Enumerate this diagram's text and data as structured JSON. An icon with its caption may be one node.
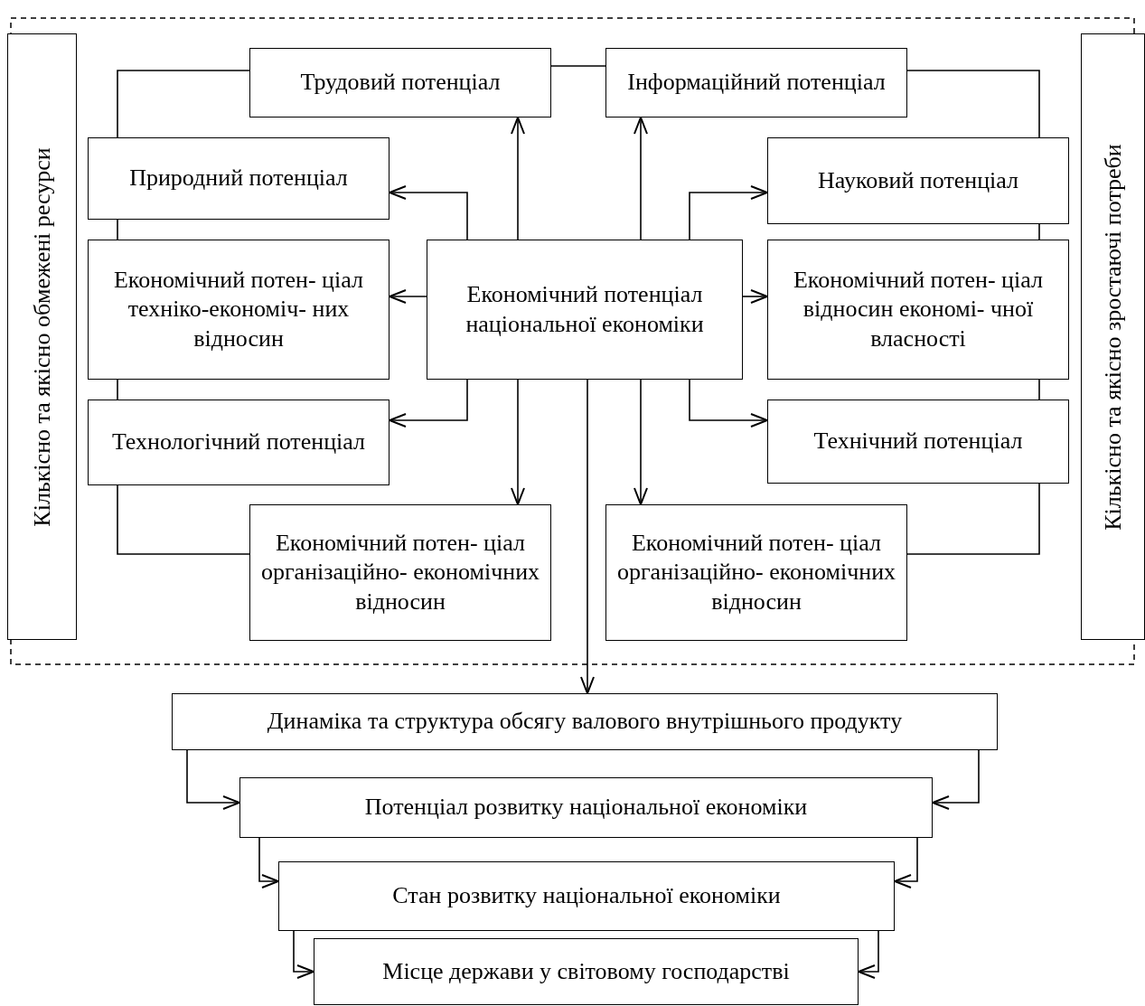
{
  "diagram": {
    "nodes": [
      {
        "text": [
          "Кількісно та якісно обмежені ресурси"
        ]
      },
      {
        "text": [
          "Трудовий потенціал"
        ]
      },
      {
        "text": [
          "Інформаційний потенціал"
        ]
      },
      {
        "text": [
          "Кількісно та якісно зростаючі потреби"
        ]
      },
      {
        "text": [
          "Природний потенціал"
        ]
      },
      {
        "text": [
          "Науковий потенціал"
        ]
      },
      {
        "text": [
          "Економічний потенціал національної економіки"
        ]
      },
      {
        "text": [
          "Економічний потен- ціал техніко-економіч- них відносин"
        ]
      },
      {
        "text": [
          "Економічний потен- ціал відносин економі- чної власності"
        ]
      },
      {
        "text": [
          "Технологічний потенціал"
        ]
      },
      {
        "text": [
          "Технічний потенціал"
        ]
      },
      {
        "text": [
          "Економічний потен- ціал організаційно- економічних відносин"
        ]
      },
      {
        "text": [
          "Економічний потен- ціал організаційно- економічних відносин"
        ]
      },
      {
        "text": [
          "Динаміка та структура обсягу валового внутрішнього продукту"
        ]
      },
      {
        "text": [
          "Потенціал розвитку національної економіки"
        ]
      },
      {
        "text": [
          "Стан розвитку національної економіки"
        ]
      },
      {
        "text": [
          "Місце держави у світовому господарстві"
        ]
      }
    ],
    "edges": [
      {
        "from": 6,
        "to": 1,
        "arrow": "to"
      },
      {
        "from": 6,
        "to": 2,
        "arrow": "to"
      },
      {
        "from": 6,
        "to": 4,
        "arrow": "to"
      },
      {
        "from": 6,
        "to": 7,
        "arrow": "to"
      },
      {
        "from": 6,
        "to": 9,
        "arrow": "to"
      },
      {
        "from": 6,
        "to": 11,
        "arrow": "to"
      },
      {
        "from": 6,
        "to": 12,
        "arrow": "to"
      },
      {
        "from": 6,
        "to": 5,
        "arrow": "to"
      },
      {
        "from": 6,
        "to": 8,
        "arrow": "to"
      },
      {
        "from": 6,
        "to": 10,
        "arrow": "to"
      },
      {
        "from": 6,
        "to": 13,
        "arrow": "to"
      },
      {
        "from": 13,
        "to": 14,
        "arrow": "to"
      },
      {
        "from": 13,
        "to": 14,
        "arrow": "to"
      },
      {
        "from": 14,
        "to": 15,
        "arrow": "to"
      },
      {
        "from": 14,
        "to": 15,
        "arrow": "to"
      },
      {
        "from": 15,
        "to": 16,
        "arrow": "to"
      },
      {
        "from": 15,
        "to": 16,
        "arrow": "to"
      },
      {
        "from": 1,
        "to": 2,
        "arrow": "none"
      },
      {
        "from": 1,
        "to": 4,
        "arrow": "none"
      },
      {
        "from": 4,
        "to": 7,
        "arrow": "none"
      },
      {
        "from": 7,
        "to": 9,
        "arrow": "none"
      },
      {
        "from": 9,
        "to": 11,
        "arrow": "none"
      },
      {
        "from": 2,
        "to": 5,
        "arrow": "none"
      },
      {
        "from": 5,
        "to": 8,
        "arrow": "none"
      },
      {
        "from": 8,
        "to": 10,
        "arrow": "none"
      },
      {
        "from": 10,
        "to": 12,
        "arrow": "none"
      }
    ]
  }
}
